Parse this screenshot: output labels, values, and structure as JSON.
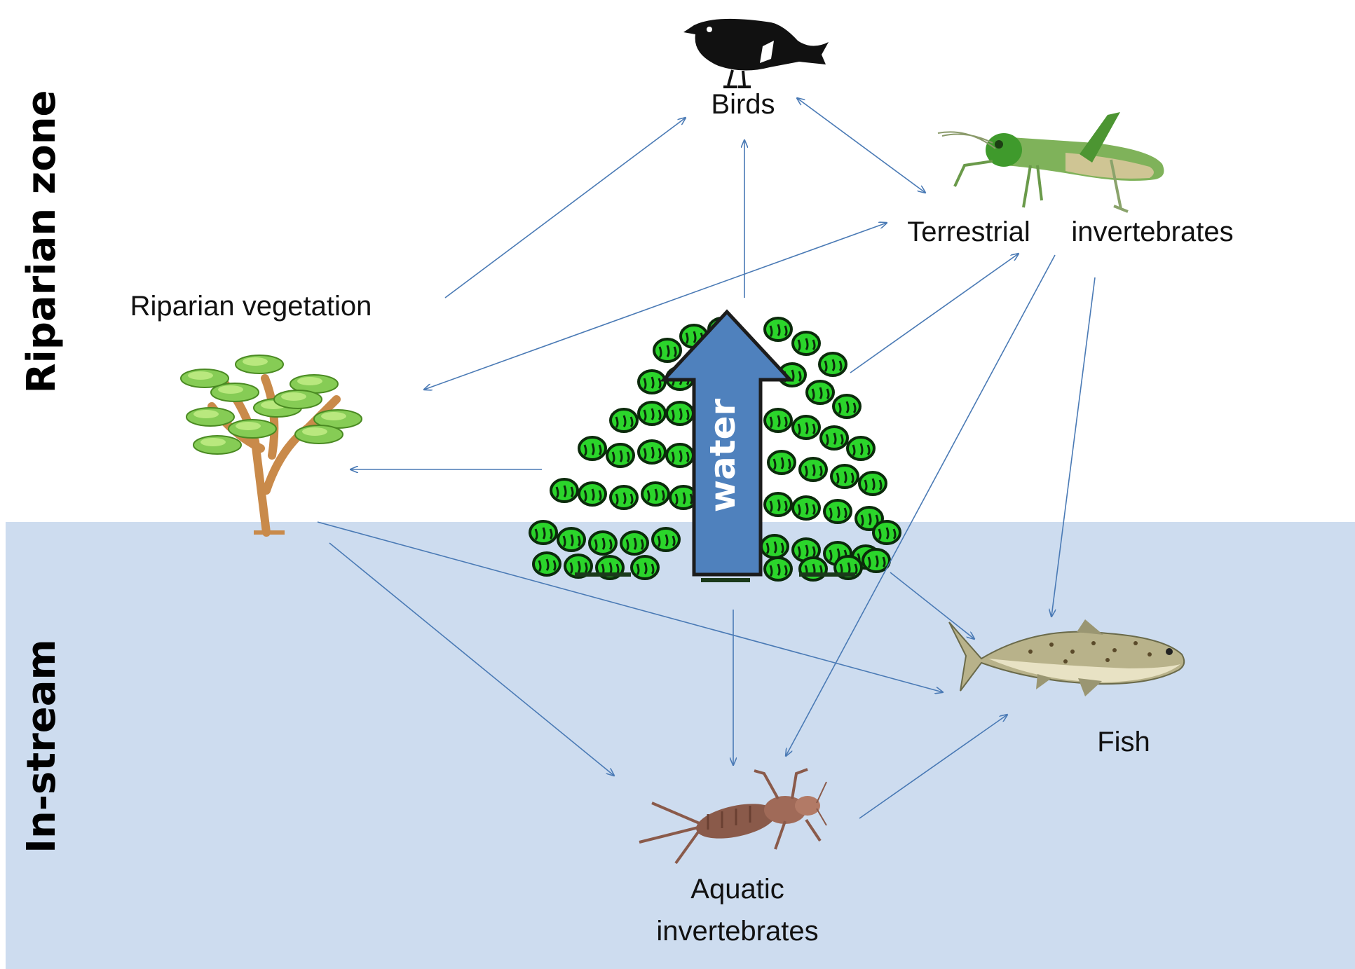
{
  "zones": {
    "riparian": "Riparian zone",
    "instream": "In-stream"
  },
  "nodes": {
    "birds": "Birds",
    "terrestrial_invertebrates_1": "Terrestrial",
    "terrestrial_invertebrates_2": "invertebrates",
    "riparian_vegetation": "Riparian vegetation",
    "fish": "Fish",
    "aquatic_invertebrates_1": "Aquatic",
    "aquatic_invertebrates_2": "invertebrates"
  },
  "water_arrow_label": "water",
  "colors": {
    "stream_background": "#cddcef",
    "arrow_line": "#4a7ab5",
    "water_arrow": "#4f81bd",
    "foliage": "#2bd52b",
    "foliage_outline": "#0b2a0b"
  },
  "icons": {
    "birds": "bird-icon",
    "terrestrial_invertebrates": "grasshopper-icon",
    "riparian_vegetation": "tree-icon",
    "central": "willow-trees-icon",
    "fish": "fish-icon",
    "aquatic_invertebrates": "nymph-icon"
  },
  "links": [
    {
      "from": "riparian_vegetation",
      "to": "birds"
    },
    {
      "from": "central_trees",
      "to": "birds"
    },
    {
      "from": "birds",
      "to": "terrestrial_invertebrates",
      "bidirectional": true
    },
    {
      "from": "terrestrial_invertebrates",
      "to": "riparian_vegetation",
      "bidirectional": true
    },
    {
      "from": "central_trees",
      "to": "terrestrial_invertebrates"
    },
    {
      "from": "central_trees",
      "to": "riparian_vegetation"
    },
    {
      "from": "terrestrial_invertebrates",
      "to": "aquatic_invertebrates"
    },
    {
      "from": "terrestrial_invertebrates",
      "to": "fish"
    },
    {
      "from": "riparian_vegetation",
      "to": "fish"
    },
    {
      "from": "riparian_vegetation",
      "to": "aquatic_invertebrates"
    },
    {
      "from": "central_trees",
      "to": "aquatic_invertebrates"
    },
    {
      "from": "central_trees",
      "to": "fish"
    },
    {
      "from": "aquatic_invertebrates",
      "to": "fish"
    }
  ]
}
